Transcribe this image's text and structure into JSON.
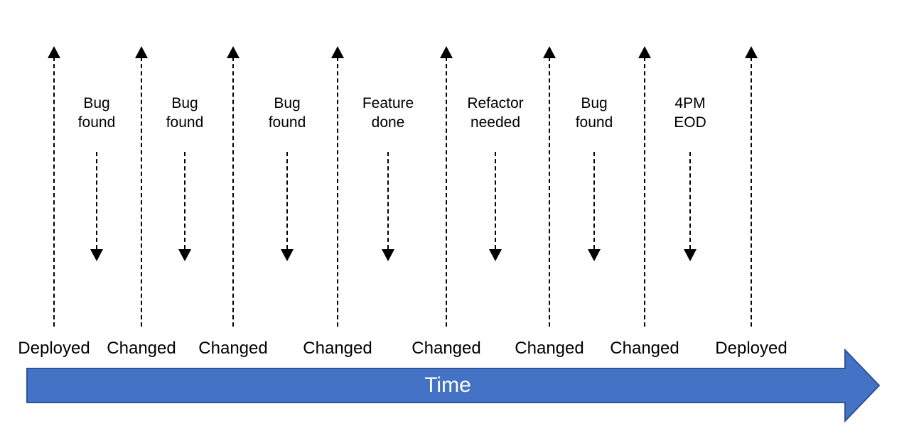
{
  "colors": {
    "time_arrow_fill": "#4472C4",
    "time_arrow_border": "#2F5496",
    "dashed_line": "#000000",
    "text": "#000000",
    "time_label_text": "#ffffff"
  },
  "timeline": {
    "label": "Time"
  },
  "markers": [
    {
      "label": "Deployed"
    },
    {
      "label": "Changed"
    },
    {
      "label": "Changed"
    },
    {
      "label": "Changed"
    },
    {
      "label": "Changed"
    },
    {
      "label": "Changed"
    },
    {
      "label": "Changed"
    },
    {
      "label": "Deployed"
    }
  ],
  "events": [
    {
      "label": "Bug\nfound"
    },
    {
      "label": "Bug\nfound"
    },
    {
      "label": "Bug\nfound"
    },
    {
      "label": "Feature\ndone"
    },
    {
      "label": "Refactor\nneeded"
    },
    {
      "label": "Bug\nfound"
    },
    {
      "label": "4PM EOD"
    }
  ]
}
